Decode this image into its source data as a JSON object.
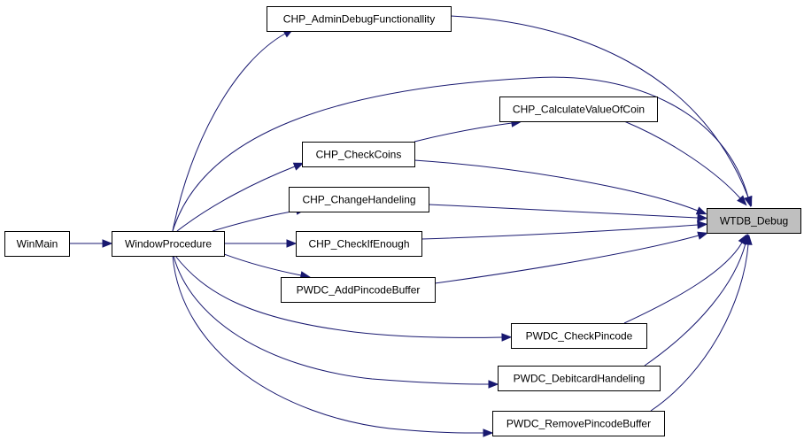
{
  "diagram": {
    "edge_color": "#191970",
    "node_fill": "#ffffff",
    "highlight_fill": "#bfbfbf",
    "nodes": [
      {
        "id": "winmain",
        "label": "WinMain",
        "highlighted": false
      },
      {
        "id": "windowprocedure",
        "label": "WindowProcedure",
        "highlighted": false
      },
      {
        "id": "admindebug",
        "label": "CHP_AdminDebugFunctionallity",
        "highlighted": false
      },
      {
        "id": "calcvalue",
        "label": "CHP_CalculateValueOfCoin",
        "highlighted": false
      },
      {
        "id": "checkcoins",
        "label": "CHP_CheckCoins",
        "highlighted": false
      },
      {
        "id": "changehandeling",
        "label": "CHP_ChangeHandeling",
        "highlighted": false
      },
      {
        "id": "checkifenough",
        "label": "CHP_CheckIfEnough",
        "highlighted": false
      },
      {
        "id": "addpincode",
        "label": "PWDC_AddPincodeBuffer",
        "highlighted": false
      },
      {
        "id": "checkpincode",
        "label": "PWDC_CheckPincode",
        "highlighted": false
      },
      {
        "id": "debitcard",
        "label": "PWDC_DebitcardHandeling",
        "highlighted": false
      },
      {
        "id": "removepincode",
        "label": "PWDC_RemovePincodeBuffer",
        "highlighted": false
      },
      {
        "id": "wtdb",
        "label": "WTDB_Debug",
        "highlighted": true
      }
    ],
    "edges": [
      {
        "from": "winmain",
        "to": "windowprocedure"
      },
      {
        "from": "windowprocedure",
        "to": "admindebug"
      },
      {
        "from": "windowprocedure",
        "to": "wtdb"
      },
      {
        "from": "windowprocedure",
        "to": "checkcoins"
      },
      {
        "from": "windowprocedure",
        "to": "changehandeling"
      },
      {
        "from": "windowprocedure",
        "to": "checkifenough"
      },
      {
        "from": "windowprocedure",
        "to": "addpincode"
      },
      {
        "from": "windowprocedure",
        "to": "checkpincode"
      },
      {
        "from": "windowprocedure",
        "to": "debitcard"
      },
      {
        "from": "windowprocedure",
        "to": "removepincode"
      },
      {
        "from": "checkcoins",
        "to": "calcvalue"
      },
      {
        "from": "admindebug",
        "to": "wtdb"
      },
      {
        "from": "calcvalue",
        "to": "wtdb"
      },
      {
        "from": "checkcoins",
        "to": "wtdb"
      },
      {
        "from": "changehandeling",
        "to": "wtdb"
      },
      {
        "from": "checkifenough",
        "to": "wtdb"
      },
      {
        "from": "addpincode",
        "to": "wtdb"
      },
      {
        "from": "checkpincode",
        "to": "wtdb"
      },
      {
        "from": "debitcard",
        "to": "wtdb"
      },
      {
        "from": "removepincode",
        "to": "wtdb"
      }
    ]
  }
}
